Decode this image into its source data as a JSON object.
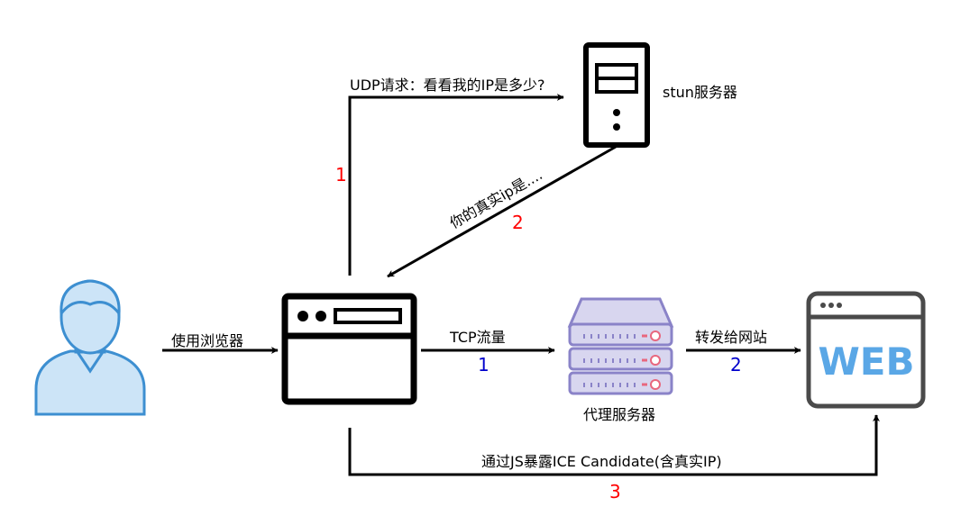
{
  "colors": {
    "step_red": "#ff0000",
    "step_blue": "#0000cc",
    "user_fill": "#cce4f7",
    "user_stroke": "#3d8fd1",
    "proxy_fill": "#d8d6ef",
    "proxy_stroke": "#8a83c8",
    "proxy_led": "#e8677e",
    "web_text": "#5aa7e6",
    "web_frame": "#4a4a4a"
  },
  "nodes": {
    "user": {
      "icon": "user-icon"
    },
    "browser": {
      "icon": "browser-window-icon"
    },
    "stun": {
      "icon": "server-tower-icon",
      "label": "stun服务器"
    },
    "proxy": {
      "icon": "server-rack-icon",
      "label": "代理服务器"
    },
    "web": {
      "icon": "web-browser-icon",
      "text": "WEB"
    }
  },
  "edges": {
    "user_browser": {
      "label": "使用浏览器"
    },
    "browser_stun": {
      "label": "UDP请求：看看我的IP是多少?",
      "step": "1"
    },
    "stun_browser": {
      "label": "你的真实ip是....",
      "step": "2"
    },
    "browser_proxy": {
      "label": "TCP流量",
      "step": "1"
    },
    "proxy_web": {
      "label": "转发给网站",
      "step": "2"
    },
    "browser_web": {
      "label": "通过JS暴露ICE Candidate(含真实IP)",
      "step": "3"
    }
  }
}
